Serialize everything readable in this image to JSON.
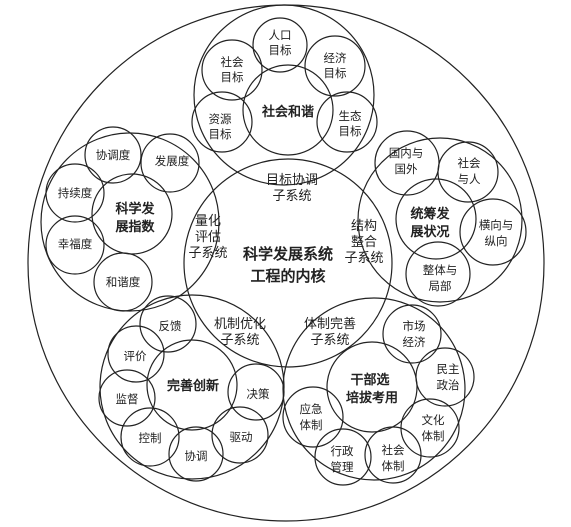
{
  "core": {
    "line1": "科学发展系统",
    "line2": "工程的内核"
  },
  "subsystems": [
    {
      "id": "goal",
      "line1": "目标协调",
      "line2": "子系统"
    },
    {
      "id": "quant",
      "line1": "量化",
      "line2": "评估",
      "line3": "子系统"
    },
    {
      "id": "struct",
      "line1": "结构",
      "line2": "整合",
      "line3": "子系统"
    },
    {
      "id": "mech",
      "line1": "机制优化",
      "line2": "子系统"
    },
    {
      "id": "inst",
      "line1": "体制完善",
      "line2": "子系统"
    }
  ],
  "groups": {
    "social": {
      "title": "社会和谐",
      "items": [
        {
          "line1": "人口",
          "line2": "目标"
        },
        {
          "line1": "社会",
          "line2": "目标"
        },
        {
          "line1": "经济",
          "line2": "目标"
        },
        {
          "line1": "资源",
          "line2": "目标"
        },
        {
          "line1": "生态",
          "line2": "目标"
        }
      ]
    },
    "science": {
      "title_line1": "科学发",
      "title_line2": "展指数",
      "items": [
        "协调度",
        "发展度",
        "持续度",
        "幸福度",
        "和谐度"
      ]
    },
    "overall": {
      "title_line1": "统筹发",
      "title_line2": "展状况",
      "items": [
        {
          "line1": "国内与",
          "line2": "国外"
        },
        {
          "line1": "社会",
          "line2": "与人"
        },
        {
          "line1": "横向与",
          "line2": "纵向"
        },
        {
          "line1": "整体与",
          "line2": "局部"
        }
      ]
    },
    "innovation": {
      "title": "完善创新",
      "items": [
        "反馈",
        "评价",
        "监督",
        "控制",
        "协调",
        "驱动",
        "决策"
      ]
    },
    "cadre": {
      "title_line1": "干部选",
      "title_line2": "培拔考用",
      "items": [
        {
          "line1": "市场",
          "line2": "经济"
        },
        {
          "line1": "民主",
          "line2": "政治"
        },
        {
          "line1": "文化",
          "line2": "体制"
        },
        {
          "line1": "社会",
          "line2": "体制"
        },
        {
          "line1": "行政",
          "line2": "管理"
        },
        {
          "line1": "应急",
          "line2": "体制"
        }
      ]
    }
  }
}
